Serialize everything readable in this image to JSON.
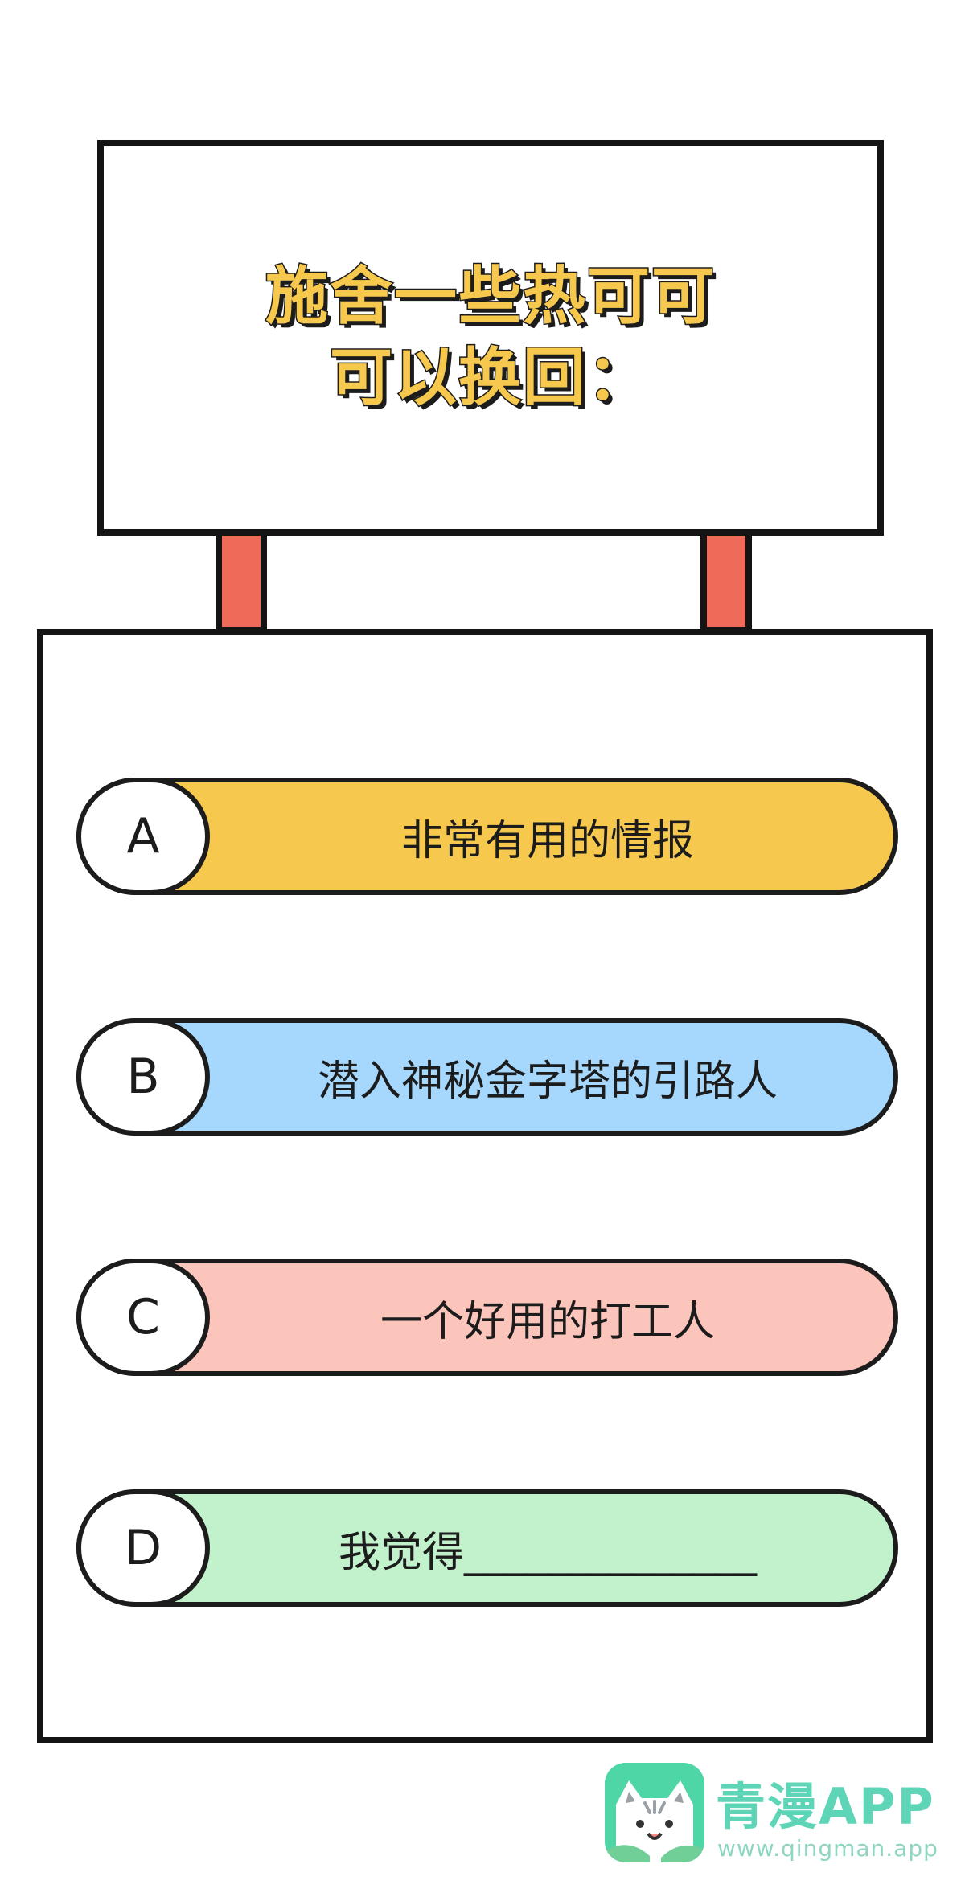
{
  "question": {
    "line1": "施舍一些热可可",
    "line2": "可以换回："
  },
  "options": [
    {
      "letter": "A",
      "text": "非常有用的情报",
      "color": "#f7c84e"
    },
    {
      "letter": "B",
      "text": "潜入神秘金字塔的引路人",
      "color": "#a5d8fc"
    },
    {
      "letter": "C",
      "text": "一个好用的打工人",
      "color": "#fcc5bc"
    },
    {
      "letter": "D",
      "text": "我觉得______________",
      "color": "#c2f2cc"
    }
  ],
  "watermark": {
    "title": "青漫APP",
    "url": "www.qingman.app"
  },
  "colors": {
    "post": "#ee6b59",
    "question_text": "#f7c84e",
    "outline": "#141414"
  }
}
